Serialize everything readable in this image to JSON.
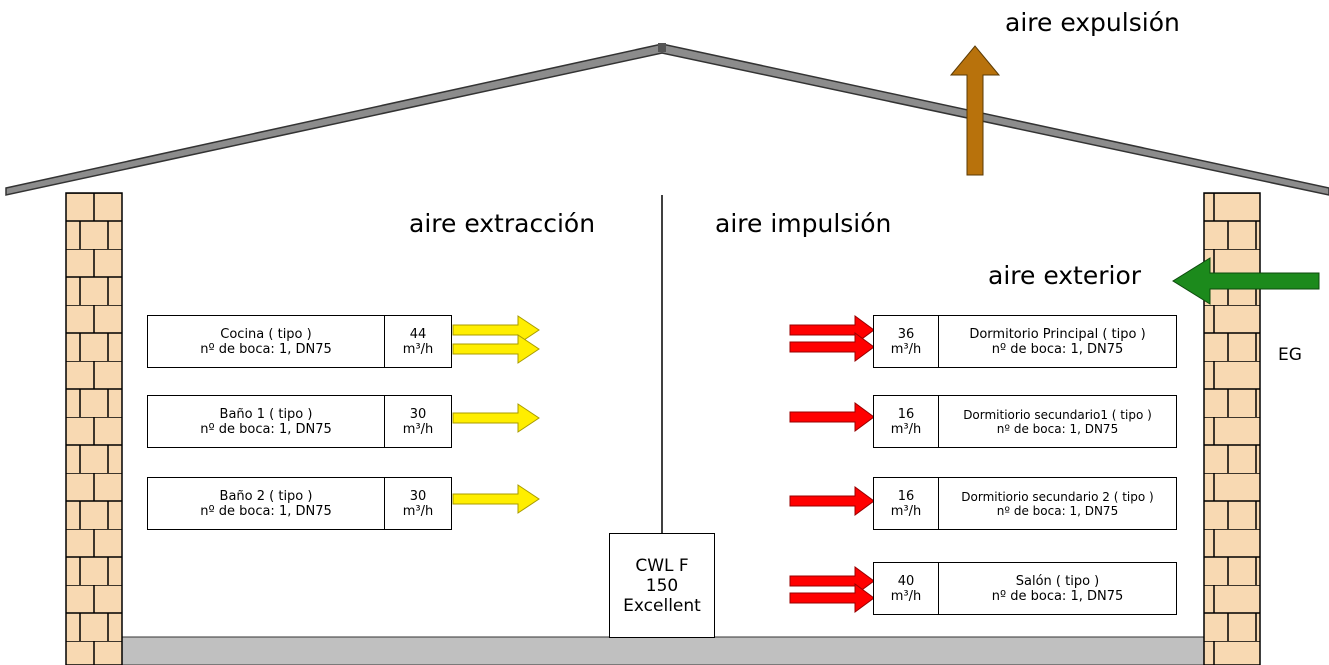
{
  "labels": {
    "expulsion": "aire expulsión",
    "extraccion": "aire extracción",
    "impulsion": "aire impulsión",
    "exterior": "aire exterior",
    "eg": "EG"
  },
  "unit": {
    "line1": "CWL F",
    "line2": "150",
    "line3": "Excellent"
  },
  "extract_rooms": [
    {
      "name": "Cocina ( tipo )",
      "detail": "nº de boca: 1, DN75",
      "flow": "44",
      "unit": "m³/h"
    },
    {
      "name": "Baño 1 ( tipo )",
      "detail": "nº de boca: 1, DN75",
      "flow": "30",
      "unit": "m³/h"
    },
    {
      "name": "Baño  2 ( tipo )",
      "detail": "nº de boca: 1, DN75",
      "flow": "30",
      "unit": "m³/h"
    }
  ],
  "supply_rooms": [
    {
      "name": "Dormitorio Principal ( tipo )",
      "detail": "nº de boca: 1, DN75",
      "flow": "36",
      "unit": "m³/h"
    },
    {
      "name": "Dormitiorio secundario1 ( tipo )",
      "detail": "nº de boca: 1, DN75",
      "flow": "16",
      "unit": "m³/h"
    },
    {
      "name": "Dormitiorio secundario 2 ( tipo )",
      "detail": "nº de boca: 1, DN75",
      "flow": "16",
      "unit": "m³/h"
    },
    {
      "name": "Salón  ( tipo )",
      "detail": "nº de boca: 1, DN75",
      "flow": "40",
      "unit": "m³/h"
    }
  ],
  "colors": {
    "extract_arrow": "#ffee00",
    "supply_arrow": "#ff0000",
    "exhaust_arrow": "#b8720c",
    "outdoor_arrow": "#1c8a1c",
    "roof": "#8c8c8c",
    "floor": "#c0c0c0",
    "brick": "#f8d9b2"
  }
}
